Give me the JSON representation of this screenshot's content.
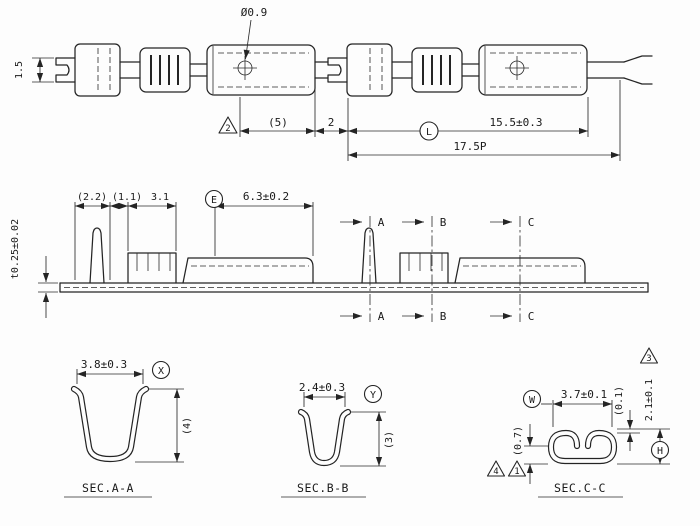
{
  "top_view": {
    "hole_dia": "Ø0.9",
    "dim_strip": "1.5",
    "note_2": "2",
    "dim_5": "(5)",
    "dim_2": "2",
    "datum_l": "L",
    "dim_length": "15.5±0.3",
    "dim_pitch": "17.5P"
  },
  "side_view": {
    "dim_2_2": "(2.2)",
    "dim_1_1": "(1.1)",
    "dim_3_1": "3.1",
    "datum_e": "E",
    "dim_6_3": "6.3±0.2",
    "dim_thickness": "t0.25±0.02",
    "sec_a": "A",
    "sec_b": "B",
    "sec_c": "C"
  },
  "sec_aa": {
    "dim_width": "3.8±0.3",
    "datum_x": "X",
    "dim_height": "(4)",
    "title": "SEC.A-A"
  },
  "sec_bb": {
    "dim_width": "2.4±0.3",
    "datum_y": "Y",
    "dim_height": "(3)",
    "title": "SEC.B-B"
  },
  "sec_cc": {
    "datum_w": "W",
    "dim_width": "3.7±0.1",
    "dim_0_1": "(0.1)",
    "dim_height": "2.1±0.1",
    "dim_0_7": "(0.7)",
    "datum_h": "H",
    "note_3": "3",
    "note_4": "4",
    "note_1": "1",
    "title": "SEC.C-C"
  }
}
